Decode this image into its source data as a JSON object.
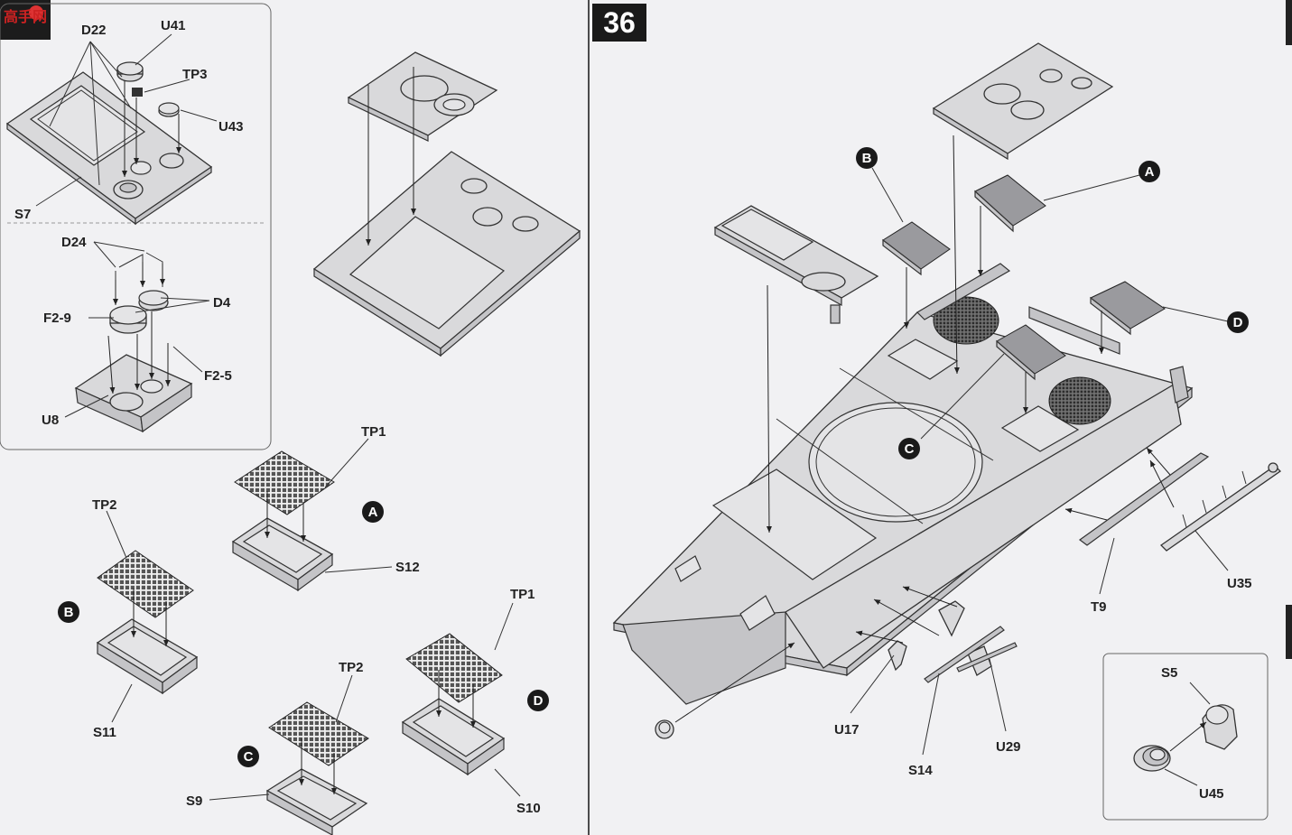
{
  "step_number": "36",
  "watermark_logo_text": "高手网",
  "left": {
    "inset1": {
      "D22": "D22",
      "U41": "U41",
      "TP3": "TP3",
      "U43": "U43",
      "S7": "S7"
    },
    "inset2": {
      "D24": "D24",
      "D4": "D4",
      "F2_9": "F2-9",
      "F2_5": "F2-5",
      "U8": "U8"
    },
    "grilles": {
      "A": {
        "marker": "A",
        "mesh": "TP1",
        "frame": "S12"
      },
      "B": {
        "marker": "B",
        "mesh": "TP2",
        "frame": "S11"
      },
      "C": {
        "marker": "C",
        "mesh": "TP2",
        "frame": "S9"
      },
      "D": {
        "marker": "D",
        "mesh": "TP1",
        "frame": "S10"
      }
    }
  },
  "right": {
    "markers": {
      "A": "A",
      "B": "B",
      "C": "C",
      "D": "D"
    },
    "labels": {
      "U35": "U35",
      "T9": "T9",
      "U17": "U17",
      "S14": "S14",
      "U29": "U29"
    },
    "inset": {
      "S5": "S5",
      "U45": "U45"
    }
  },
  "colors": {
    "paper": "#f1f1f3",
    "ink": "#222222",
    "part": "#d9d9db",
    "badge": "#1a1a1a"
  }
}
